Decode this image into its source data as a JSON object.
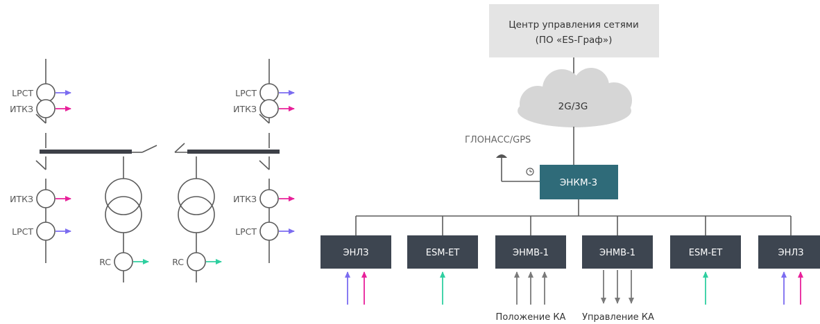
{
  "colors": {
    "line": "#5a5a5a",
    "bus": "#3d4047",
    "device_box": "#3d4550",
    "hub_box": "#2f6b79",
    "cloud": "#d6d6d6",
    "center_box": "#e4e4e4",
    "arrow_blue": "#7b6cf0",
    "arrow_magenta": "#e8209a",
    "arrow_green": "#2fcfa0",
    "arrow_gray": "#7a7a7a"
  },
  "left": {
    "lprct_tl": "LPCT",
    "itkz_tl": "ИТКЗ",
    "lprct_tr": "LPCT",
    "itkz_tr": "ИТКЗ",
    "itkz_bl": "ИТКЗ",
    "lprct_bl": "LPCT",
    "itkz_br": "ИТКЗ",
    "lprct_br": "LPCT",
    "rc_left": "RC",
    "rc_right": "RC"
  },
  "right": {
    "center_line1": "Центр управления сетями",
    "center_line2": "(ПО «ES-Граф»)",
    "cloud": "2G/3G",
    "gps": "ГЛОНАСС/GPS",
    "hub": "ЭНКМ-3",
    "devices": [
      "ЭНЛЗ",
      "ESM-ET",
      "ЭНМВ-1",
      "ЭНМВ-1",
      "ESM-ET",
      "ЭНЛЗ"
    ],
    "pos_label": "Положение КА",
    "ctrl_label": "Управление КА"
  },
  "icons": {
    "antenna": "antenna-icon",
    "clock": "clock-icon"
  }
}
